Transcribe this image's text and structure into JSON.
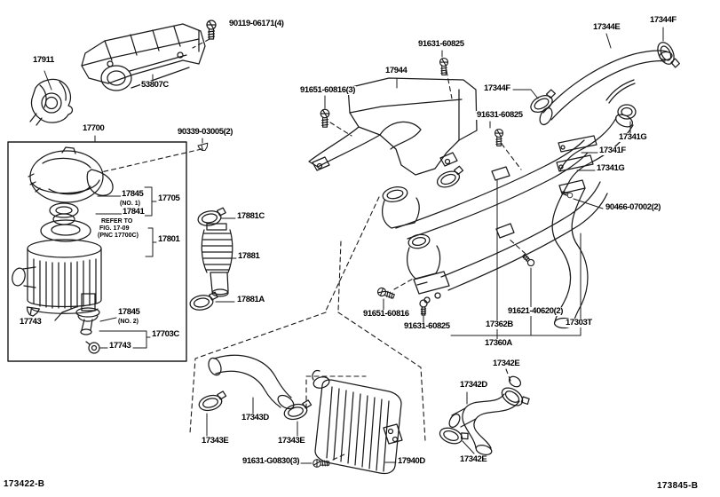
{
  "figure": {
    "type": "parts-diagram",
    "codes": {
      "bottom_left": "173422-B",
      "bottom_right": "173845-B"
    }
  },
  "callouts": {
    "c17911": "17911",
    "c53807C": "53807C",
    "c90119": "90119-06171(4)",
    "c17700": "17700",
    "c90339": "90339-03005(2)",
    "c17845_no1": "17845",
    "q_no1": "(NO. 1)",
    "c17841": "17841",
    "c17705": "17705",
    "note_refer_1": "REFER TO",
    "note_refer_2": "FIG. 17-09",
    "note_refer_3": "(PNC 17700C)",
    "c17801": "17801",
    "c17881C": "17881C",
    "c17881": "17881",
    "c17881A": "17881A",
    "c17743_upper": "17743",
    "c17845_no2": "17845",
    "q_no2": "(NO. 2)",
    "c17703C": "17703C",
    "c17743_lower": "17743",
    "c91651_60816_3": "91651-60816(3)",
    "c17944": "17944",
    "c91631_60825_top": "91631-60825",
    "c17344F_left": "17344F",
    "c91631_60825_mid": "91631-60825",
    "c17344E": "17344E",
    "c17344F_right": "17344F",
    "c17341G_upper": "17341G",
    "c17341F": "17341F",
    "c17341G_lower": "17341G",
    "c90466_07002": "90466-07002(2)",
    "c91651_60816": "91651-60816",
    "c91631_60825_low": "91631-60825",
    "c91621_40620": "91621-40620(2)",
    "c17362B": "17362B",
    "c17303T": "17303T",
    "c17360A": "17360A",
    "c17342E_top": "17342E",
    "c17342D": "17342D",
    "c17343D": "17343D",
    "c17343E_left": "17343E",
    "c17343E_right": "17343E",
    "c91631_G0830": "91631-G0830(3)",
    "c17940D": "17940D",
    "c17342E_bottom": "17342E"
  }
}
